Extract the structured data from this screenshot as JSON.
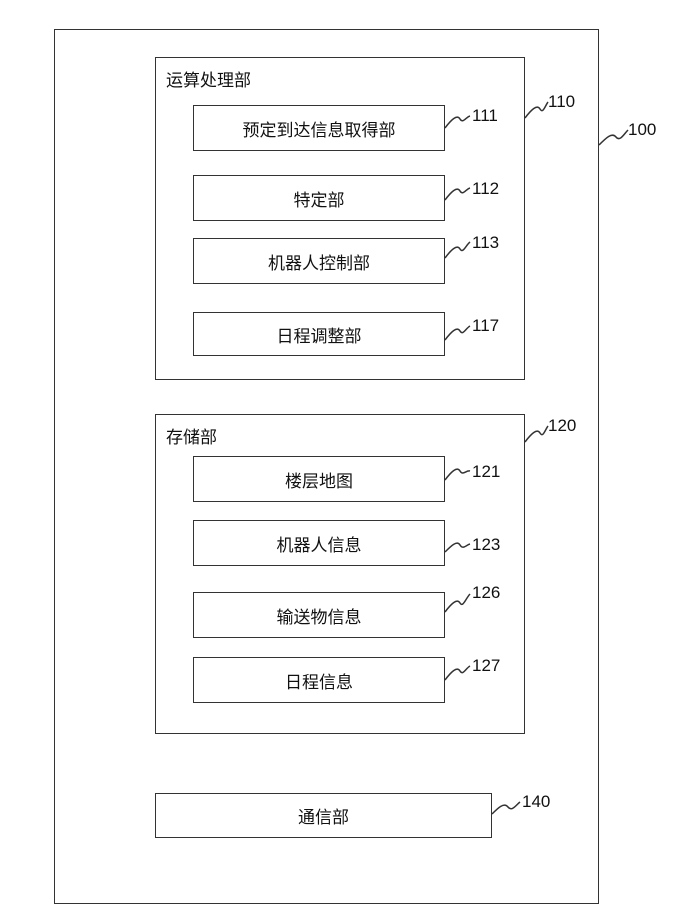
{
  "device": {
    "ref": "100"
  },
  "processing_unit": {
    "title": "运算处理部",
    "ref": "110",
    "modules": [
      {
        "label": "预定到达信息取得部",
        "ref": "111"
      },
      {
        "label": "特定部",
        "ref": "112"
      },
      {
        "label": "机器人控制部",
        "ref": "113"
      },
      {
        "label": "日程调整部",
        "ref": "117"
      }
    ]
  },
  "storage_unit": {
    "title": "存储部",
    "ref": "120",
    "items": [
      {
        "label": "楼层地图",
        "ref": "121"
      },
      {
        "label": "机器人信息",
        "ref": "123"
      },
      {
        "label": "输送物信息",
        "ref": "126"
      },
      {
        "label": "日程信息",
        "ref": "127"
      }
    ]
  },
  "communication_unit": {
    "label": "通信部",
    "ref": "140"
  }
}
